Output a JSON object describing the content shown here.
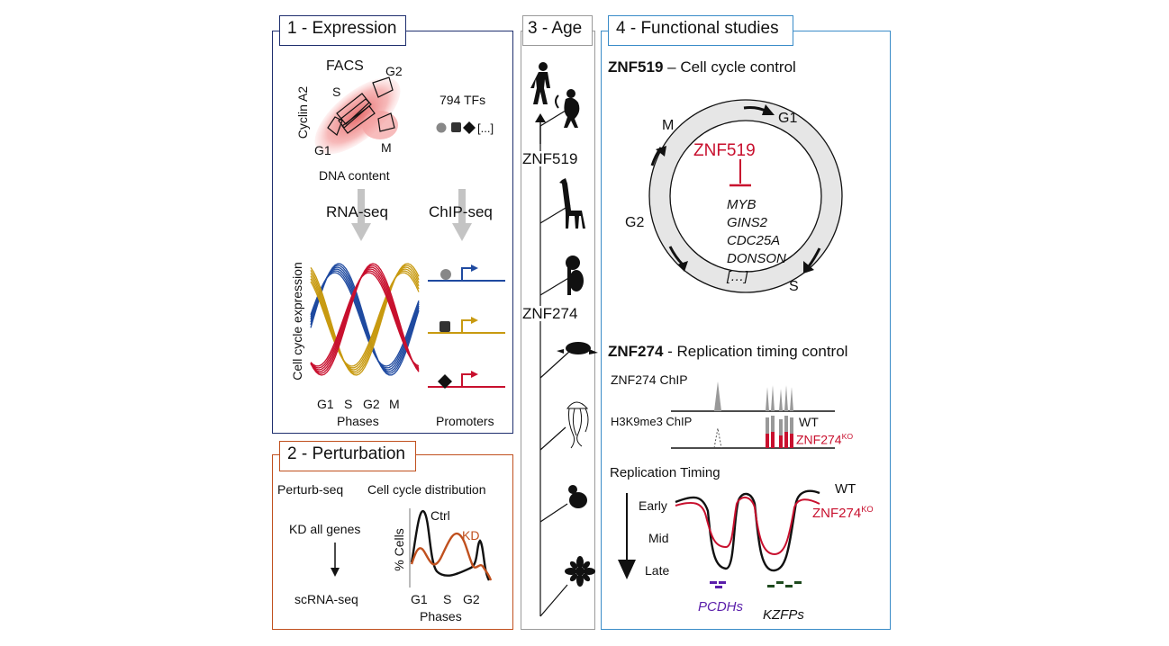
{
  "colors": {
    "expression": "#1f2f6e",
    "perturbation": "#c0501e",
    "age": "#9a9a9a",
    "functional": "#3a8cc8",
    "red": "#c8102e",
    "blue": "#1f4aa0",
    "gold": "#c89a10",
    "purple": "#5a1eaa",
    "green": "#1e4a1e"
  },
  "panel1": {
    "title": "1 - Expression",
    "facs": "FACS",
    "cyclin_axis": "Cyclin A2",
    "dna_content": "DNA content",
    "gate_g1": "G1",
    "gate_s": "S",
    "gate_g2": "G2",
    "gate_m": "M",
    "tfs": "794 TFs",
    "tf_more": "[...]",
    "rnaseq": "RNA-seq",
    "chipseq": "ChIP-seq",
    "expr_axis": "Cell cycle expression",
    "phase_g1": "G1",
    "phase_s": "S",
    "phase_g2": "G2",
    "phase_m": "M",
    "phases": "Phases",
    "promoters": "Promoters"
  },
  "panel2": {
    "title": "2 - Perturbation",
    "perturbseq": "Perturb-seq",
    "ccdist": "Cell cycle distribution",
    "kd_all": "KD all genes",
    "scrnaseq": "scRNA-seq",
    "ctrl": "Ctrl",
    "kd": "KD",
    "cells_axis": "% Cells",
    "g1": "G1",
    "s": "S",
    "g2": "G2",
    "phases": "Phases"
  },
  "panel3": {
    "title": "3 - Age",
    "znf519": "ZNF519",
    "znf274": "ZNF274",
    "organisms": [
      "human-icon",
      "monkey-icon",
      "giraffe-icon",
      "koala-icon",
      "platypus-icon",
      "jellyfish-icon",
      "yeast-icon",
      "plant-icon"
    ]
  },
  "panel4": {
    "title": "4 - Functional studies",
    "znf519_bold": "ZNF519",
    "znf519_rest": " – Cell cycle control",
    "ring_g1": "G1",
    "ring_s": "S",
    "ring_g2": "G2",
    "ring_m": "M",
    "inhibitor": "ZNF519",
    "targets": [
      "MYB",
      "GINS2",
      "CDC25A",
      "DONSON",
      "[…]"
    ],
    "znf274_bold": "ZNF274",
    "znf274_rest": " - Replication timing control",
    "chip": "ZNF274 ChIP",
    "h3k9": "H3K9me3 ChIP",
    "wt": "WT",
    "ko_base": "ZNF274",
    "ko_sup": "KO",
    "rep_timing": "Replication Timing",
    "early": "Early",
    "mid": "Mid",
    "late": "Late",
    "wt2": "WT",
    "ko2_base": "ZNF274",
    "ko2_sup": "KO",
    "pcdhs": "PCDHs",
    "kzfps": "KZFPs"
  }
}
